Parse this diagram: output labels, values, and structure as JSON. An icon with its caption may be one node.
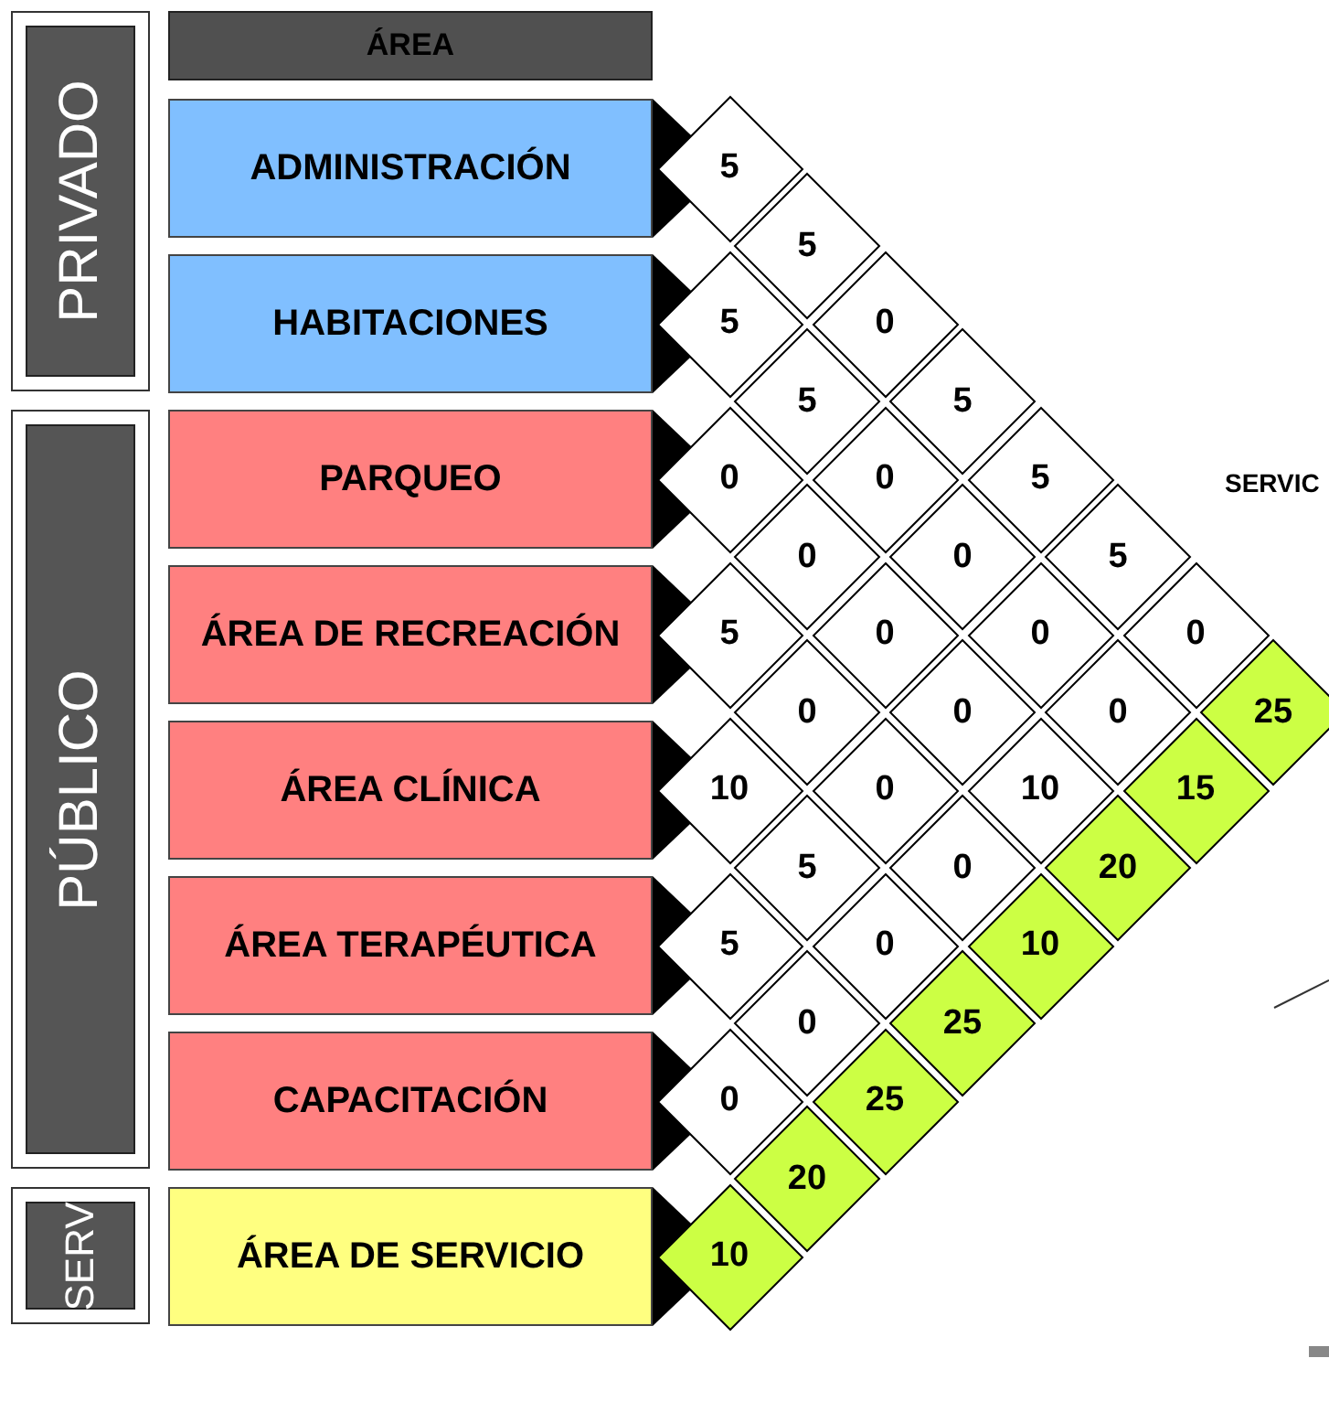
{
  "diagram": {
    "nodes": [
      {
        "text": [
          "PRIVADO"
        ]
      },
      {
        "text": [
          "PÚBLICO"
        ]
      },
      {
        "text": [
          "SERV"
        ]
      },
      {
        "text": [
          "ÁREA"
        ]
      },
      {
        "text": [
          "ADMINISTRACIÓN"
        ]
      },
      {
        "text": [
          "HABITACIONES"
        ]
      },
      {
        "text": [
          "PARQUEO"
        ]
      },
      {
        "text": [
          "ÁREA DE RECREACIÓN"
        ]
      },
      {
        "text": [
          "ÁREA CLÍNICA"
        ]
      },
      {
        "text": [
          "ÁREA TERAPÉUTICA"
        ]
      },
      {
        "text": [
          "CAPACITACIÓN"
        ]
      },
      {
        "text": [
          "ÁREA DE SERVICIO"
        ]
      },
      {
        "text": [
          "5"
        ]
      },
      {
        "text": [
          "5"
        ]
      },
      {
        "text": [
          "5"
        ]
      },
      {
        "text": [
          "0"
        ]
      },
      {
        "text": [
          "5"
        ]
      },
      {
        "text": [
          "5"
        ]
      },
      {
        "text": [
          "0"
        ]
      },
      {
        "text": [
          "0"
        ]
      },
      {
        "text": [
          "5"
        ]
      },
      {
        "text": [
          "0"
        ]
      },
      {
        "text": [
          "0"
        ]
      },
      {
        "text": [
          "5"
        ]
      },
      {
        "text": [
          "5"
        ]
      },
      {
        "text": [
          "0"
        ]
      },
      {
        "text": [
          "0"
        ]
      },
      {
        "text": [
          "0"
        ]
      },
      {
        "text": [
          "0"
        ]
      },
      {
        "text": [
          "0"
        ]
      },
      {
        "text": [
          "0"
        ]
      },
      {
        "text": [
          "25"
        ]
      },
      {
        "text": [
          "10"
        ]
      },
      {
        "text": [
          "0"
        ]
      },
      {
        "text": [
          "10"
        ]
      },
      {
        "text": [
          "15"
        ]
      },
      {
        "text": [
          "5"
        ]
      },
      {
        "text": [
          "0"
        ]
      },
      {
        "text": [
          "20"
        ]
      },
      {
        "text": [
          "5"
        ]
      },
      {
        "text": [
          "0"
        ]
      },
      {
        "text": [
          "10"
        ]
      },
      {
        "text": [
          "0"
        ]
      },
      {
        "text": [
          "25"
        ]
      },
      {
        "text": [
          "0"
        ]
      },
      {
        "text": [
          "25"
        ]
      },
      {
        "text": [
          "20"
        ]
      },
      {
        "text": [
          "10"
        ]
      }
    ],
    "edges": [],
    "labels": [
      "SERVIC"
    ]
  }
}
